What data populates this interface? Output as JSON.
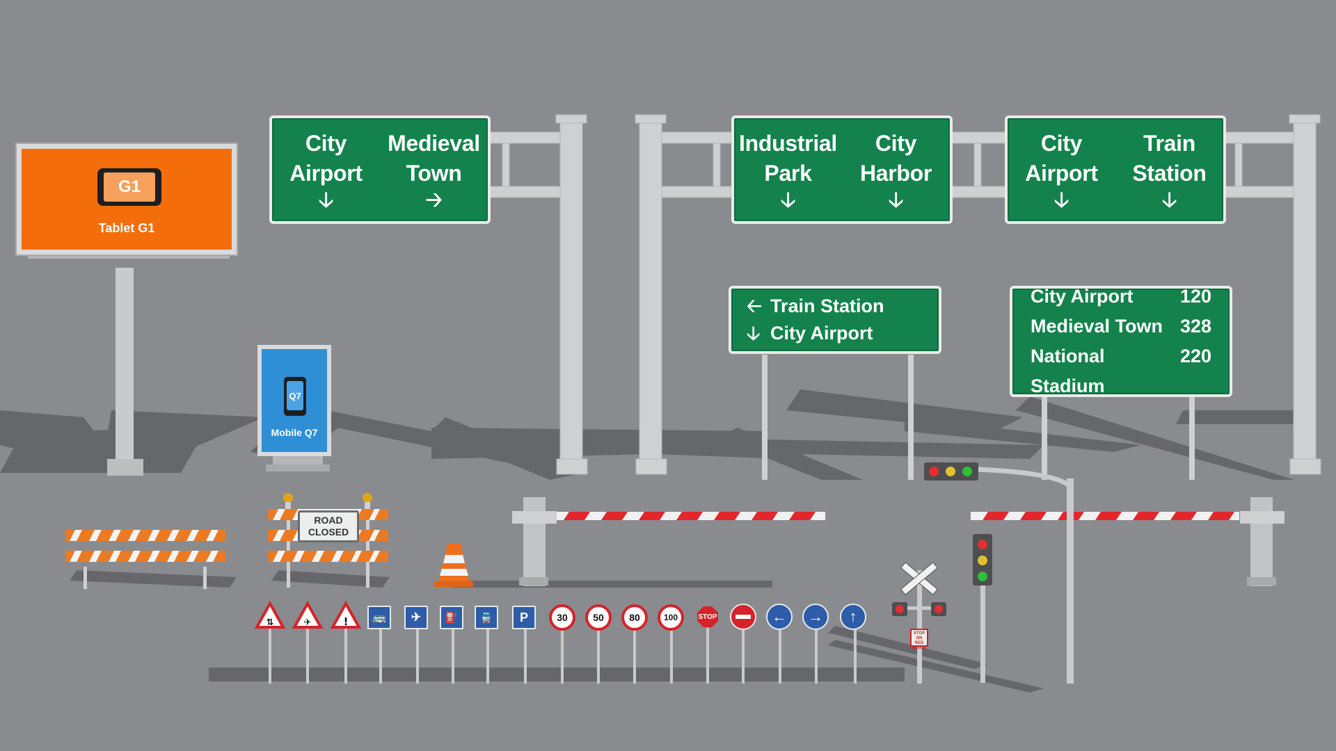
{
  "overhead_signs": [
    {
      "destinations": [
        {
          "line1": "City",
          "line2": "Airport",
          "arrow": "🡣"
        },
        {
          "line1": "Medieval",
          "line2": "Town",
          "arrow": "🡢"
        }
      ]
    },
    {
      "destinations": [
        {
          "line1": "Industrial",
          "line2": "Park",
          "arrow": "🡣"
        },
        {
          "line1": "City",
          "line2": "Harbor",
          "arrow": "🡣"
        }
      ]
    },
    {
      "destinations": [
        {
          "line1": "City",
          "line2": "Airport",
          "arrow": "🡣"
        },
        {
          "line1": "Train",
          "line2": "Station",
          "arrow": "🡣"
        }
      ]
    }
  ],
  "direction_sign": {
    "rows": [
      {
        "arrow": "🡠",
        "label": "Train Station"
      },
      {
        "arrow": "🡣",
        "label": "City Airport"
      }
    ]
  },
  "distance_sign": {
    "rows": [
      {
        "place": "City Airport",
        "distance": "120"
      },
      {
        "place": "Medieval Town",
        "distance": "328"
      },
      {
        "place": "National Stadium",
        "distance": "220"
      }
    ]
  },
  "billboard": {
    "icon_text": "G1",
    "label": "Tablet G1",
    "color": "#f36d0a"
  },
  "kiosk": {
    "icon_text": "Q7",
    "label": "Mobile Q7",
    "color": "#2f8fd6"
  },
  "barricade": {
    "label_line1": "ROAD",
    "label_line2": "CLOSED"
  },
  "small_signs": {
    "speed_limits": [
      "30",
      "50",
      "80",
      "100"
    ],
    "stop": "STOP",
    "parking": "P",
    "railway_notice_line1": "STOP",
    "railway_notice_line2": "ON RED",
    "railway_notice_line3": "SIGNAL"
  },
  "colors": {
    "sign_green": "#14824c",
    "ground": "#8a8b8f",
    "warning_red": "#d7222a",
    "info_blue": "#2d5ca8",
    "barrier_red": "#e3262b"
  }
}
